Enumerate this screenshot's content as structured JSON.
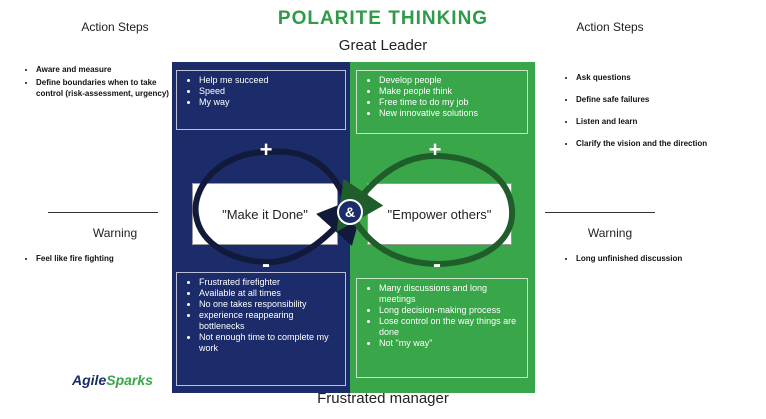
{
  "header": {
    "title": "POLARITE THINKING",
    "top_pole": "Great Leader",
    "bottom_pole": "Frustrated manager"
  },
  "left_side": {
    "action_heading": "Action Steps",
    "actions": [
      "Aware and measure",
      "Define boundaries when to take control (risk-assessment, urgency)"
    ],
    "warning_heading": "Warning",
    "warnings": [
      "Feel like fire fighting"
    ]
  },
  "right_side": {
    "action_heading": "Action Steps",
    "actions": [
      "Ask questions",
      "Define safe failures",
      "Listen and learn",
      "Clarify the vision and the direction"
    ],
    "warning_heading": "Warning",
    "warnings": [
      "Long unfinished discussion"
    ]
  },
  "quadrants": {
    "top_left": [
      "Help me succeed",
      "Speed",
      "My way"
    ],
    "top_right": [
      "Develop people",
      "Make people think",
      "Free time to do my job",
      "New innovative solutions"
    ],
    "bottom_left": [
      "Frustrated firefighter",
      "Available at all times",
      "No one takes responsibility",
      "experience reappearing bottlenecks",
      "Not enough time to complete my work"
    ],
    "bottom_right": [
      "Many discussions and long meetings",
      "Long decision-making process",
      "Lose control on the way things are done",
      "Not \"my way\""
    ]
  },
  "poles": {
    "left": "\"Make it Done\"",
    "right": "\"Empower others\"",
    "join": "&",
    "plus": "+",
    "minus": "-"
  },
  "logo": {
    "part1": "Agile",
    "part2": "Sparks"
  },
  "colors": {
    "blue": "#1c2c6b",
    "green": "#39a649",
    "title_green": "#2e9b46"
  }
}
